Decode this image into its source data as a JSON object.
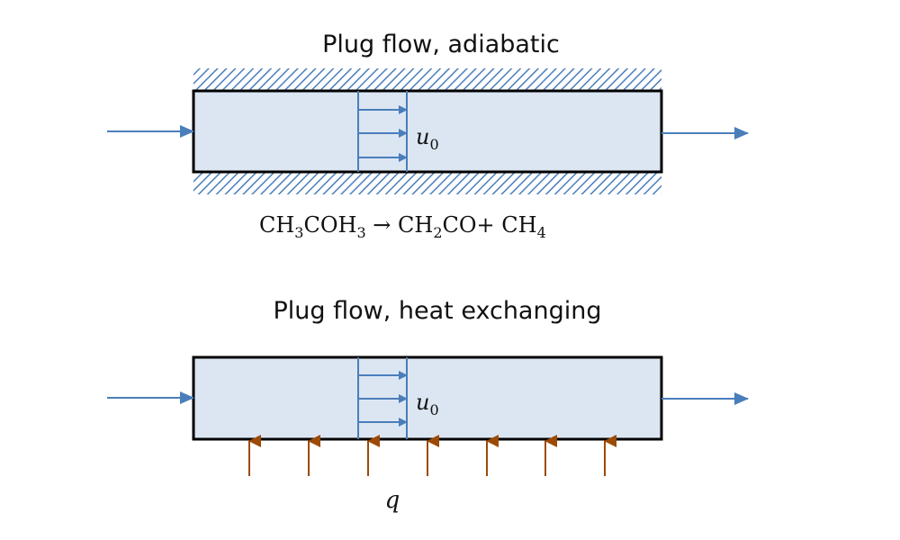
{
  "colors": {
    "tube_fill": "#dce6f2",
    "tube_border": "#000000",
    "flow_arrow": "#4a7ebb",
    "heat_arrow": "#9c4a05",
    "hatch": "#4a7ebb"
  },
  "panels": [
    {
      "title": "Plug flow, adiabatic",
      "velocity_label": {
        "symbol": "u",
        "subscript": "0"
      },
      "insulated": true
    },
    {
      "title": "Plug flow, heat exchanging",
      "velocity_label": {
        "symbol": "u",
        "subscript": "0"
      },
      "insulated": false,
      "heat_label": "q"
    }
  ],
  "reaction": {
    "parts": [
      {
        "text": "CH"
      },
      {
        "sub": "3"
      },
      {
        "text": "COH"
      },
      {
        "sub": "3"
      },
      {
        "text": " → CH"
      },
      {
        "sub": "2"
      },
      {
        "text": "CO+ CH"
      },
      {
        "sub": "4"
      }
    ]
  }
}
